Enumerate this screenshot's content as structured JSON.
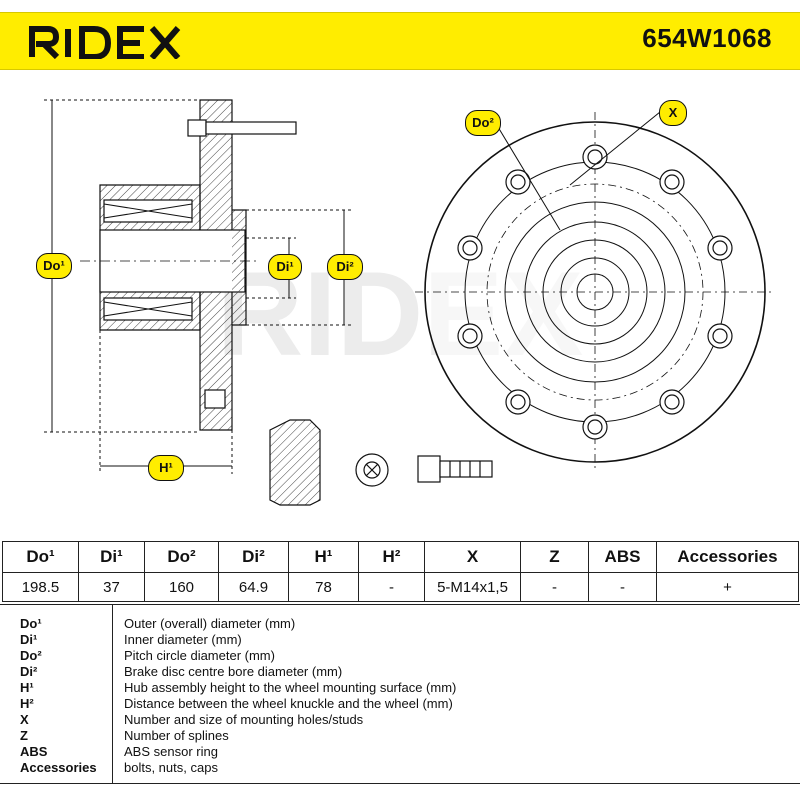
{
  "header": {
    "brand": "RIDEX",
    "part_number": "654W1068",
    "accent_color": "#ffed00"
  },
  "drawing": {
    "labels": {
      "do1": "Do¹",
      "di1": "Di¹",
      "di2": "Di²",
      "do2": "Do²",
      "h1": "H¹",
      "x": "X"
    },
    "icons": [
      "wheel-hub-section-diagram",
      "hub-flange-front-view",
      "nut-icon",
      "bolt-head-icon",
      "screw-icon"
    ]
  },
  "specs": {
    "headers": [
      "Do¹",
      "Di¹",
      "Do²",
      "Di²",
      "H¹",
      "H²",
      "X",
      "Z",
      "ABS",
      "Accessories"
    ],
    "values": [
      "198.5",
      "37",
      "160",
      "64.9",
      "78",
      "-",
      "5-M14x1,5",
      "-",
      "-",
      "+"
    ]
  },
  "legend": [
    {
      "key": "Do¹",
      "desc": "Outer (overall) diameter (mm)"
    },
    {
      "key": "Di¹",
      "desc": "Inner diameter (mm)"
    },
    {
      "key": "Do²",
      "desc": "Pitch circle diameter (mm)"
    },
    {
      "key": "Di²",
      "desc": "Brake disc centre bore diameter (mm)"
    },
    {
      "key": "H¹",
      "desc": "Hub assembly height to the wheel mounting surface (mm)"
    },
    {
      "key": "H²",
      "desc": "Distance between the wheel knuckle and the wheel (mm)"
    },
    {
      "key": "X",
      "desc": "Number and size of mounting holes/studs"
    },
    {
      "key": "Z",
      "desc": "Number of splines"
    },
    {
      "key": "ABS",
      "desc": "ABS sensor ring"
    },
    {
      "key": "Accessories",
      "desc": "bolts, nuts, caps"
    }
  ]
}
